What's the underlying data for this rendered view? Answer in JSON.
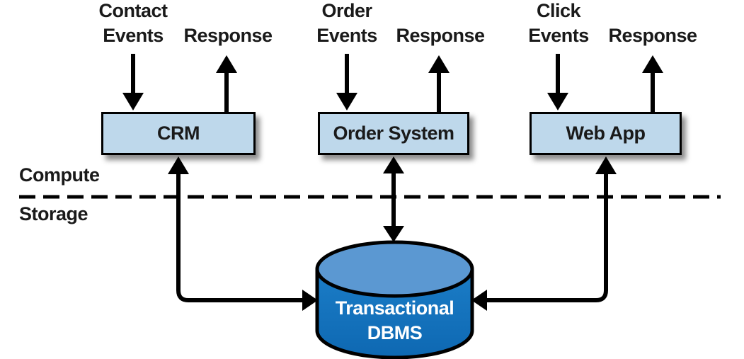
{
  "layers": {
    "compute": "Compute",
    "storage": "Storage"
  },
  "columns": [
    {
      "system": "CRM",
      "input": "Contact\nEvents",
      "output": "Response"
    },
    {
      "system": "Order System",
      "input": "Order\nEvents",
      "output": "Response"
    },
    {
      "system": "Web App",
      "input": "Click\nEvents",
      "output": "Response"
    }
  ],
  "database": {
    "label": "Transactional\nDBMS"
  },
  "colors": {
    "node_fill": "#bed8eb",
    "node_border": "#000000",
    "db_top": "#5b98d2",
    "db_body_light": "#1b7dc7",
    "db_body_dark": "#0e68b2",
    "line": "#000000",
    "text": "#1a1a1a",
    "bg": "#ffffff"
  }
}
